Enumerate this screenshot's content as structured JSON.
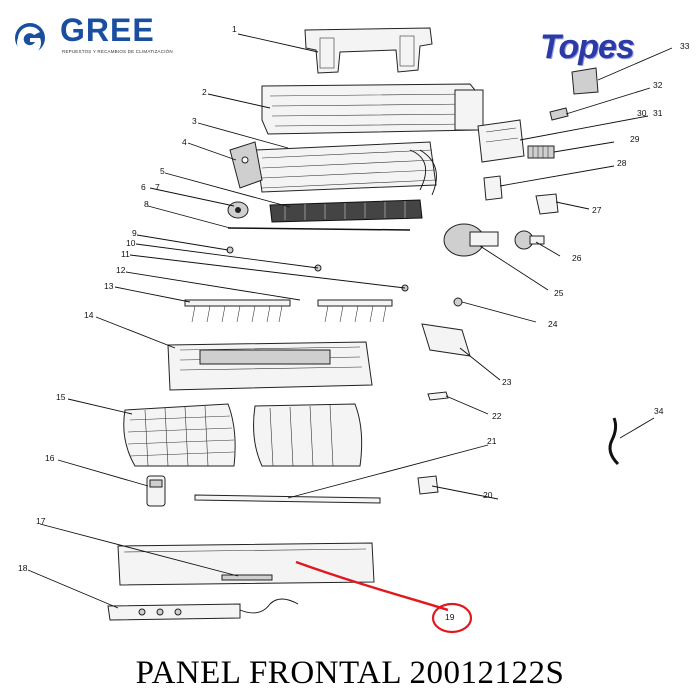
{
  "brand": {
    "name": "GREE",
    "tagline": "REPUESTOS Y RECAMBIOS DE CLIMATIZACIÓN",
    "color": "#1a4fa0"
  },
  "store_logo": {
    "text": "Topes",
    "color": "#2b3aa6"
  },
  "caption": "PANEL FRONTAL 20012122S",
  "highlight": {
    "part_number": "19",
    "color": "#e0191e"
  },
  "part_labels": [
    "1",
    "2",
    "3",
    "4",
    "5",
    "6",
    "7",
    "8",
    "9",
    "10",
    "11",
    "12",
    "13",
    "14",
    "15",
    "16",
    "17",
    "18",
    "19",
    "20",
    "21",
    "22",
    "23",
    "24",
    "25",
    "26",
    "27",
    "28",
    "29",
    "30",
    "31",
    "32",
    "33",
    "34"
  ]
}
